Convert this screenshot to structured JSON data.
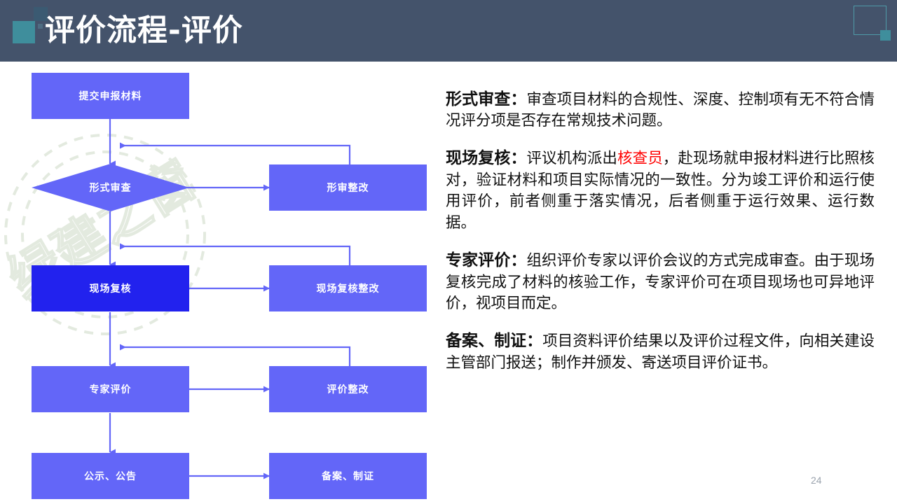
{
  "slide": {
    "title": "评价流程-评价",
    "page_number": "24",
    "watermark_text": "绿建之窗",
    "colors": {
      "header_bg": "#44536b",
      "accent_teal": "#3f8e9c",
      "node_fill": "#6366f8",
      "node_highlight": "#2222ee",
      "connector": "#6366f8",
      "red_emphasis": "#ff0000",
      "page_number": "#9aa3ad"
    }
  },
  "flowchart": {
    "nodes": [
      {
        "id": "submit",
        "label": "提交申报材料",
        "shape": "rect",
        "highlight": false
      },
      {
        "id": "form-review",
        "label": "形式审查",
        "shape": "diamond",
        "highlight": false
      },
      {
        "id": "form-fix",
        "label": "形审整改",
        "shape": "rect",
        "highlight": false
      },
      {
        "id": "site-review",
        "label": "现场复核",
        "shape": "rect",
        "highlight": true
      },
      {
        "id": "site-fix",
        "label": "现场复核整改",
        "shape": "rect",
        "highlight": false
      },
      {
        "id": "expert-review",
        "label": "专家评价",
        "shape": "rect",
        "highlight": false
      },
      {
        "id": "eval-fix",
        "label": "评价整改",
        "shape": "rect",
        "highlight": false
      },
      {
        "id": "publicity",
        "label": "公示、公告",
        "shape": "rect",
        "highlight": false
      },
      {
        "id": "filing",
        "label": "备案、制证",
        "shape": "rect",
        "highlight": false
      }
    ]
  },
  "description": {
    "paragraphs": [
      {
        "lead": "形式审查：",
        "body_before": "审查项目材料的合规性、深度、控制项有无不符合情况评分项是否存在常规技术问题。",
        "emphasis": "",
        "body_after": ""
      },
      {
        "lead": "现场复核：",
        "body_before": "评议机构派出",
        "emphasis": "核查员",
        "body_after": "，赴现场就申报材料进行比照核对，验证材料和项目实际情况的一致性。分为竣工评价和运行使用评价，前者侧重于落实情况，后者侧重于运行效果、运行数据。"
      },
      {
        "lead": "专家评价：",
        "body_before": "组织评价专家以评价会议的方式完成审查。由于现场复核完成了材料的核验工作，专家评价可在项目现场也可异地评价，视项目而定。",
        "emphasis": "",
        "body_after": ""
      },
      {
        "lead": "备案、制证：",
        "body_before": "项目资料评价结果以及评价过程文件，向相关建设主管部门报送；制作并颁发、寄送项目评价证书。",
        "emphasis": "",
        "body_after": ""
      }
    ]
  }
}
